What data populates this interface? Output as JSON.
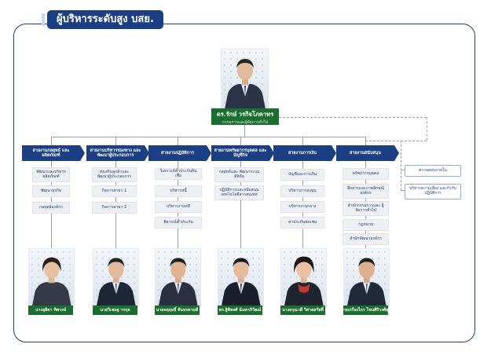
{
  "title": "ผู้บริหารระดับสูง บสย.",
  "ceo": {
    "name": "ดร.รักษ์ วรกิจโภคาทร",
    "role": "กรรมการและผู้จัดการทั่วไป"
  },
  "departments": [
    {
      "label": "สายงานกลยุทธ์ และผลิตภัณฑ์",
      "subs": [
        "พัฒนาและบริหาร ผลิตภัณฑ์",
        "พัฒนาธุรกิจ",
        "กลยุทธ์องค์กร"
      ],
      "executive": "นางอุสิตา ทิพวงษ์"
    },
    {
      "label": "สายงานบริหารช่องทาง และพัฒนาผู้ประกอบการ",
      "subs": [
        "ส่งเสริมลูกค้าและ พัฒนาผู้ประกอบการ",
        "กิจการสาขา 1",
        "กิจการสาขา 2"
      ],
      "executive": "นายวิเชษฐ วรกุล"
    },
    {
      "label": "สายงานปฏิบัติการ",
      "subs": [
        "วิเคราะห์ค้ำประกันสินเชื่อ",
        "บริหารหนี้",
        "บริหารงานคดี",
        "พิจารณ์ค้ำประกัน"
      ],
      "executive": "นายจตุฤทธิ์ จันทรคามดี"
    },
    {
      "label": "สายงานทรัพยากรบุคคล และบัญชีกิจ",
      "subs": [
        "กลยุทธ์และ พัฒนาระบบดิจิทัล",
        "ปฏิบัติการและสนับสนุน เทคโนโลยีสารสนเทศ"
      ],
      "executive": "ดร.ฐิติพงศ์ นันทาภิวัฒน์"
    },
    {
      "label": "สายงานการเงิน",
      "subs": [
        "บัญชีและการเงิน",
        "บริหารการลงทุน",
        "บริหารงานกลาง",
        "ค่าประกันชดเชย"
      ],
      "executive": "นางอรุณวดี วิศาลสวัสดิ์"
    },
    {
      "label": "สายงานสนับสนุน",
      "subs": [
        "ทรัพยากรบุคคล",
        "สื่อสารและภาพลักษณ์ องค์กร",
        "สำนักกรรมการและ ผู้จัดการทั่วไป",
        "กฎหมาย",
        "สำนักพัฒนาองค์กร"
      ],
      "executive": "นายเกรียงไกร โชนศิริวงศ์สุข"
    }
  ],
  "side_units": [
    "ตรวจสอบภายใน",
    "บริหารความเสี่ยง และกำกับปฏิบัติการ"
  ],
  "colors": {
    "navy": "#1b3f82",
    "green": "#1a6e2e",
    "sub_bg": "#eef0f3"
  }
}
